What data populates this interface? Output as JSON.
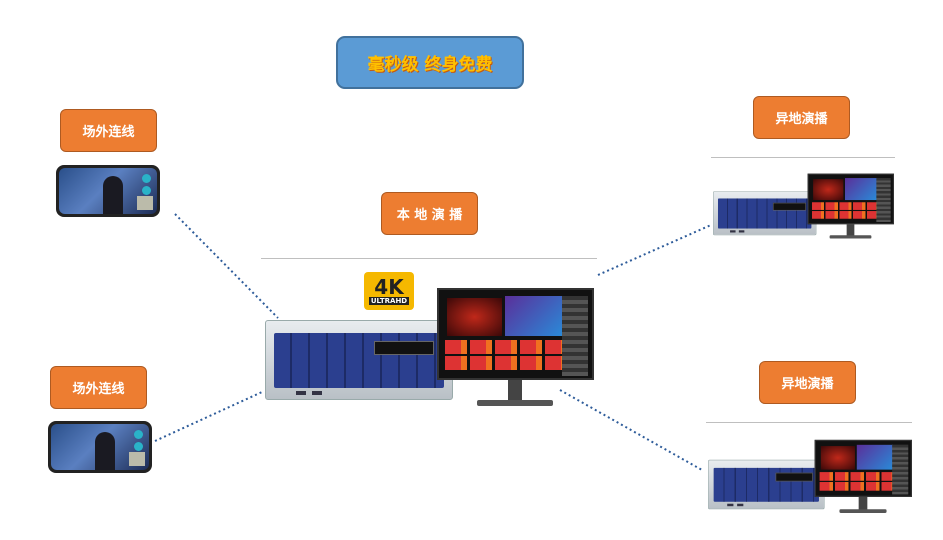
{
  "title": "毫秒级  终身免费",
  "labels": {
    "remote_link_top": "场外连线",
    "remote_link_bottom": "场外连线",
    "local_studio": "本 地 演 播",
    "offsite_top": "异地演播",
    "offsite_bottom": "异地演播"
  },
  "badge": {
    "big": "4K",
    "small": "ULTRAHD"
  },
  "colors": {
    "title_bg": "#5b9bd5",
    "title_text": "#ffc000",
    "tag_bg": "#ed7d31",
    "connector": "#2e5c9a"
  }
}
